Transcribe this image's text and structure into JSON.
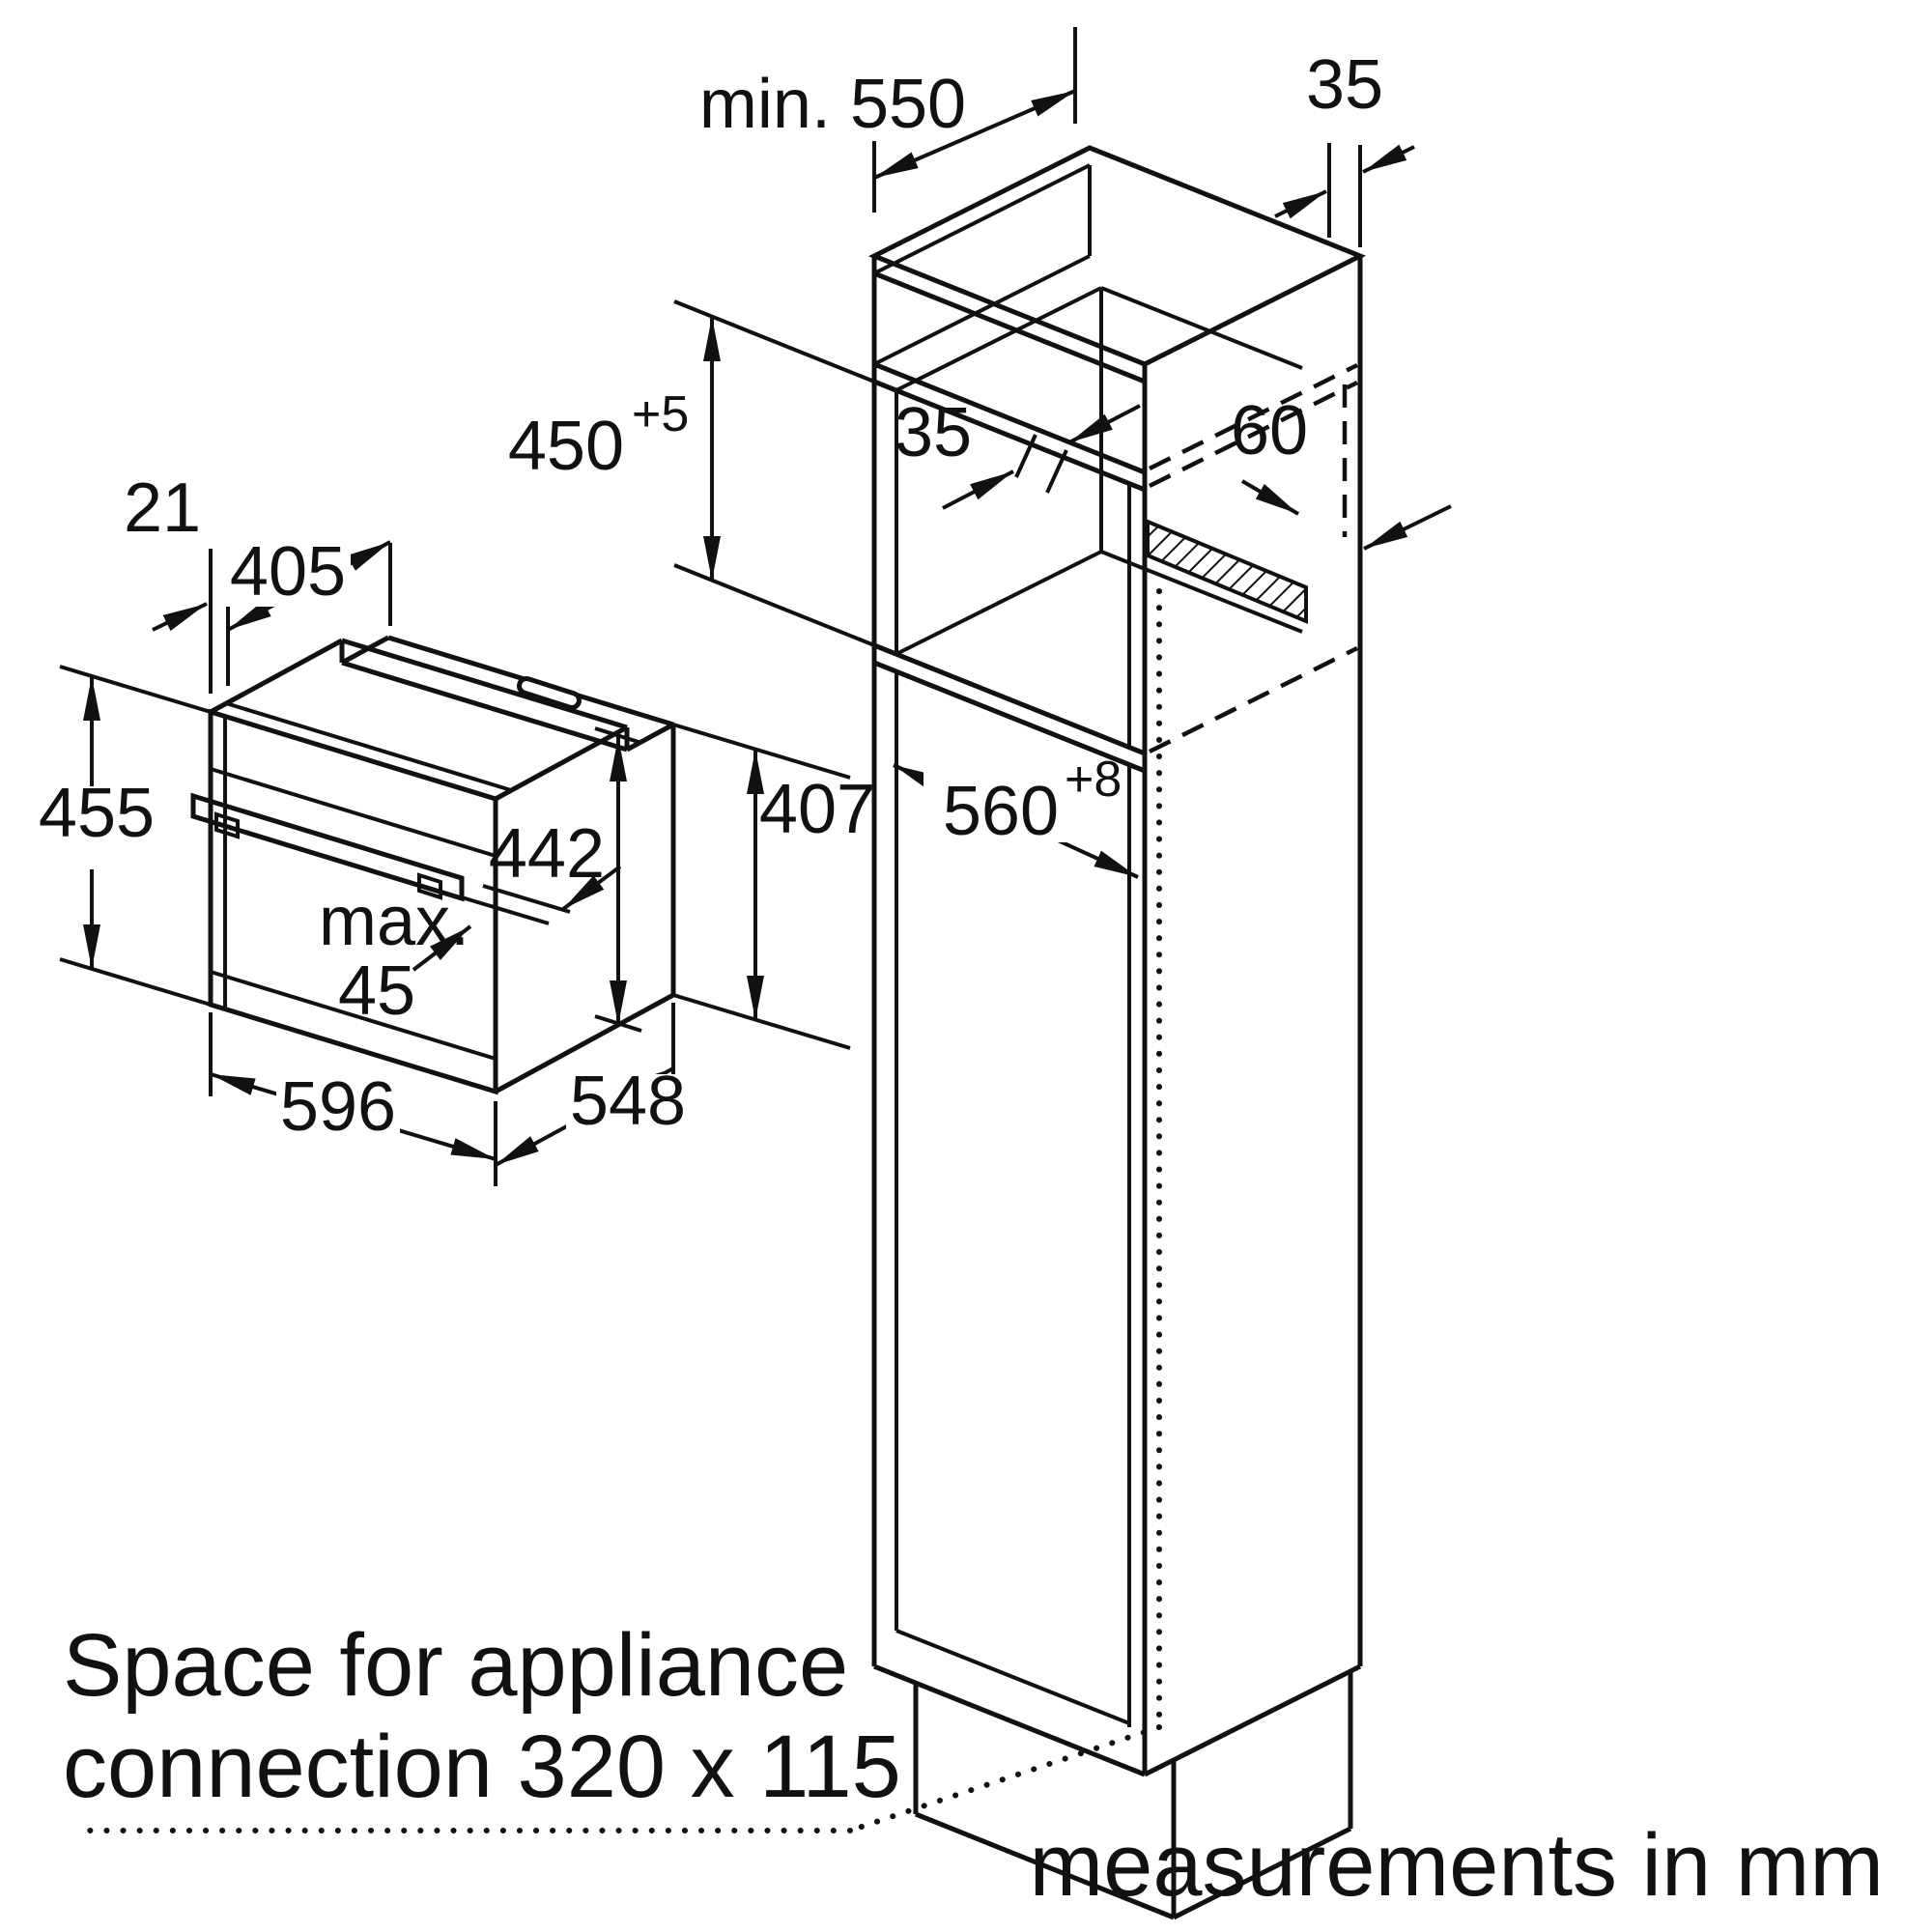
{
  "diagram": {
    "appliance": {
      "dims": {
        "front_overhang": "21",
        "top_depth": "405",
        "front_height": "455",
        "body_height": "442",
        "rear_height": "407",
        "handle_max_label": "max.",
        "handle_max_value": "45",
        "front_width": "596",
        "body_depth": "548"
      }
    },
    "cabinet": {
      "dims": {
        "min_depth": "min. 550",
        "side_panel_thickness": "35",
        "niche_height": "450",
        "niche_height_tolerance": "+5",
        "shelf_thickness": "35",
        "vent_depth": "60",
        "niche_width": "560",
        "niche_width_tolerance": "+8"
      }
    },
    "footer": {
      "note_line1": "Space for appliance",
      "note_line2": "connection 320 x 115",
      "units_note": "measurements in mm"
    }
  }
}
